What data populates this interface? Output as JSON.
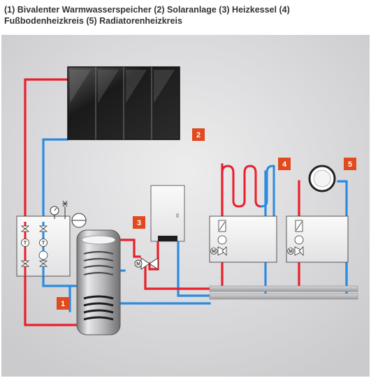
{
  "caption": "(1) Bivalenter Warmwasserspeicher (2) Solaranlage (3) Heizkessel (4) Fußbodenheizkreis (5) Radiatorenheizkreis",
  "labels": [
    "1",
    "2",
    "3",
    "4",
    "5"
  ],
  "symbols": {
    "thermometer": "T",
    "motor_valve": "M"
  },
  "colors": {
    "background": "#dcdcde",
    "hot_pipe": "#e8202a",
    "cold_pipe": "#2a8be0",
    "tag": "#e04a1e",
    "panel": "#202020"
  }
}
